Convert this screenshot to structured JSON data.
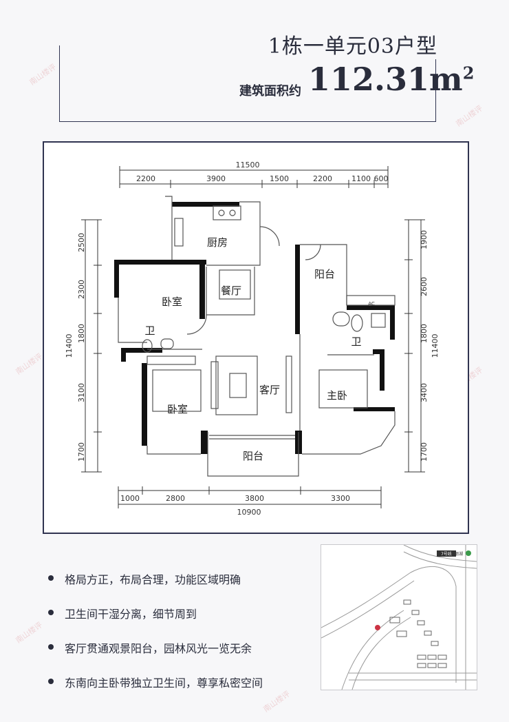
{
  "header": {
    "title": "1栋一单元03户型",
    "area_label": "建筑面积约",
    "area_value": "112.31m",
    "area_unit_sup": "2"
  },
  "plan": {
    "top_total": "11500",
    "top_dims": [
      "2200",
      "3900",
      "1500",
      "2200",
      "1100",
      "600"
    ],
    "bottom_dims": [
      "1000",
      "2800",
      "3800",
      "3300"
    ],
    "bottom_total": "10900",
    "left_dims": [
      "2500",
      "2300",
      "1800",
      "3100",
      "1700"
    ],
    "left_total": "11400",
    "right_dims": [
      "1900",
      "2600",
      "1800",
      "3400",
      "1700"
    ],
    "right_total": "11400",
    "rooms": {
      "kitchen": "厨房",
      "dining": "餐厅",
      "bedroom1": "卧室",
      "bath1": "卫",
      "bedroom2": "卧室",
      "living": "客厅",
      "balcony_top": "阳台",
      "bath2": "卫",
      "master": "主卧",
      "balcony_bottom": "阳台",
      "ac": "AC"
    }
  },
  "features": [
    "格局方正，布局合理，功能区域明确",
    "卫生间干湿分离，细节周到",
    "客厅贯通观景阳台，园林风光一览无余",
    "东南向主卧带独立卫生间，尊享私密空间"
  ],
  "map": {
    "metro_label": "7号线",
    "station_label": "西丽湖"
  },
  "watermark": "南山楼评",
  "colors": {
    "wall": "#111111",
    "line": "#333333",
    "accent": "#2f3350",
    "marker": "#cc3344"
  }
}
